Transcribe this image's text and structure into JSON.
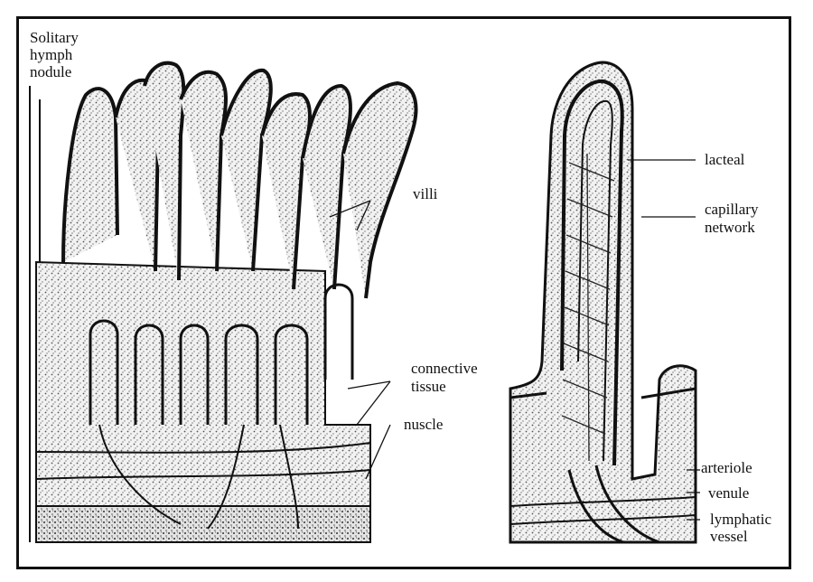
{
  "figure": {
    "left_labels": {
      "solitary_line1": "Solitary",
      "solitary_line2": "hymph",
      "solitary_line3": "nodule",
      "villi": "villi",
      "connective_line1": "connective",
      "connective_line2": "tissue",
      "muscle": "nuscle"
    },
    "right_labels": {
      "lacteal": "lacteal",
      "capillary_line1": "capillary",
      "capillary_line2": "network",
      "arteriole": "arteriole",
      "venule": "venule",
      "lymphatic_line1": "lymphatic",
      "lymphatic_line2": "vessel"
    }
  }
}
